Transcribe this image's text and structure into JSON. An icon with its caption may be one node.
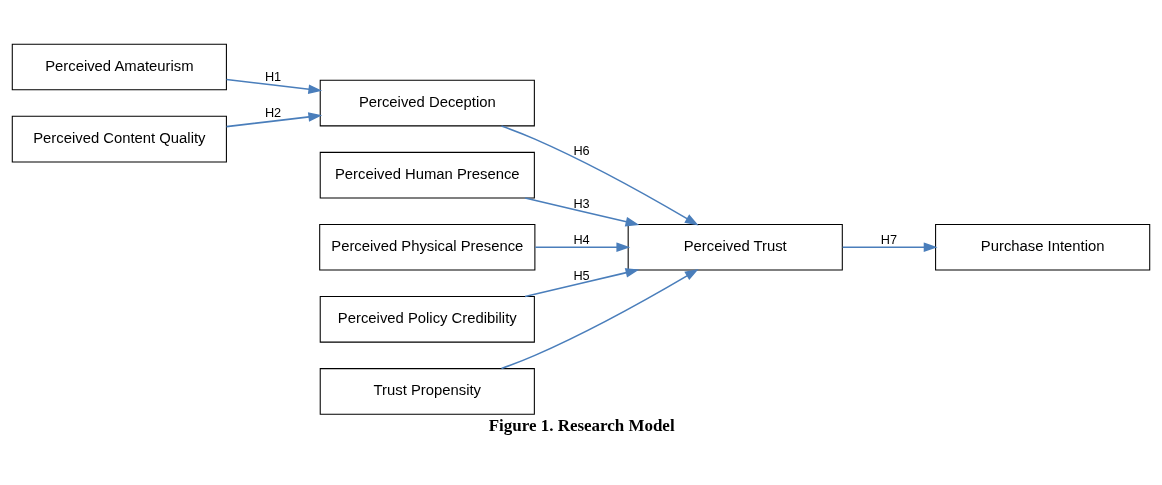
{
  "diagram": {
    "caption": "Figure 1. Research Model",
    "nodes": [
      {
        "text": [
          "Perceived Amateurism"
        ]
      },
      {
        "text": [
          "Perceived Content Quality"
        ]
      },
      {
        "text": [
          "Perceived Deception"
        ]
      },
      {
        "text": [
          "Perceived Human Presence"
        ]
      },
      {
        "text": [
          "Perceived Physical Presence"
        ]
      },
      {
        "text": [
          "Perceived Policy Credibility"
        ]
      },
      {
        "text": [
          "Perceived Trust"
        ]
      },
      {
        "text": [
          "Purchase Intention"
        ]
      },
      {
        "text": [
          "Trust Propensity"
        ]
      }
    ],
    "edges": [
      {
        "from": 0,
        "to": 2,
        "arrow": "to",
        "label": "H1"
      },
      {
        "from": 1,
        "to": 2,
        "arrow": "to",
        "label": "H2"
      },
      {
        "from": 2,
        "to": 6,
        "arrow": "to",
        "label": "H6"
      },
      {
        "from": 3,
        "to": 6,
        "arrow": "to",
        "label": "H3"
      },
      {
        "from": 4,
        "to": 6,
        "arrow": "to",
        "label": "H4"
      },
      {
        "from": 5,
        "to": 6,
        "arrow": "to",
        "label": "H5"
      },
      {
        "from": 6,
        "to": 7,
        "arrow": "to",
        "label": "H7"
      },
      {
        "from": 8,
        "to": 6,
        "arrow": "to"
      }
    ]
  }
}
